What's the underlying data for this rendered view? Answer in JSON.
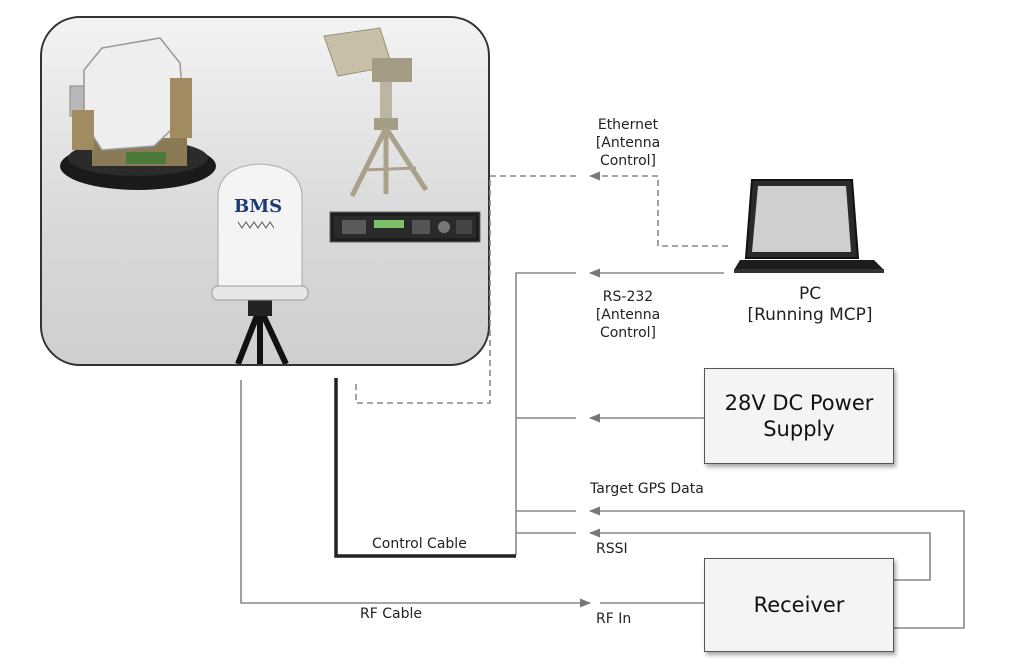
{
  "equipment_panel": {
    "radome_brand": "BMS"
  },
  "pc": {
    "label_line1": "PC",
    "label_line2": "[Running MCP]"
  },
  "power_supply": {
    "label_line1": "28V DC Power",
    "label_line2": "Supply"
  },
  "receiver": {
    "label": "Receiver"
  },
  "connections": {
    "ethernet_line1": "Ethernet",
    "ethernet_line2": "[Antenna",
    "ethernet_line3": "Control]",
    "rs232_line1": "RS-232",
    "rs232_line2": "[Antenna",
    "rs232_line3": "Control]",
    "target_gps": "Target GPS Data",
    "rssi": "RSSI",
    "control_cable": "Control Cable",
    "rf_cable": "RF Cable",
    "rf_in": "RF In"
  }
}
